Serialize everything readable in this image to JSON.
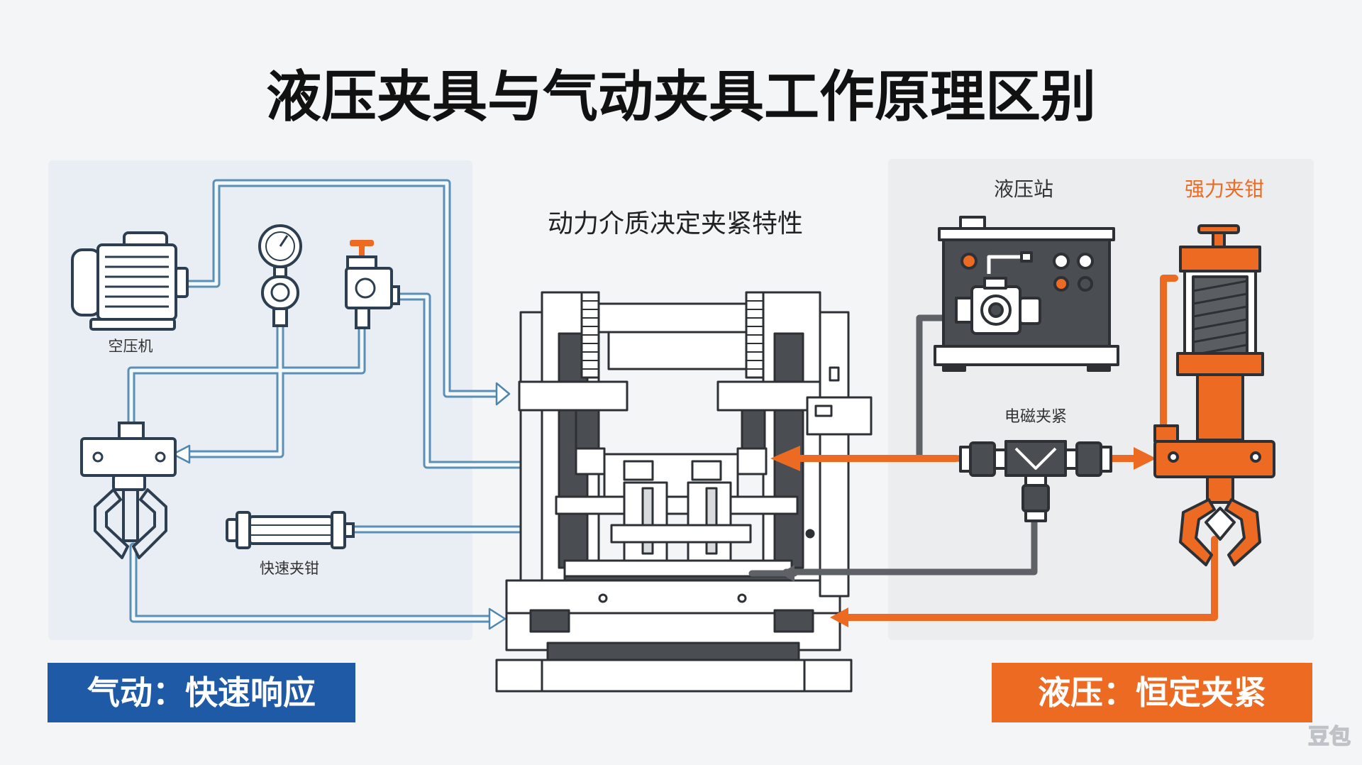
{
  "title": "液压夹具与气动夹具工作原理区别",
  "subtitle": "动力介质决定夹紧特性",
  "pneumatic": {
    "compressor_label": "空压机",
    "cylinder_label": "快速夹钳",
    "banner": "气动：快速响应"
  },
  "hydraulic": {
    "station_label": "液压站",
    "clamp_label": "强力夹钳",
    "valve_label": "电磁夹紧",
    "banner": "液压：恒定夹紧"
  },
  "watermark": "豆包",
  "colors": {
    "pneumatic_blue": "#1f5aa6",
    "pneumatic_line": "#5b8fb5",
    "hydraulic_orange": "#ec6a22",
    "machine_dark": "#4a4d52",
    "background": "#f3f5f7"
  }
}
